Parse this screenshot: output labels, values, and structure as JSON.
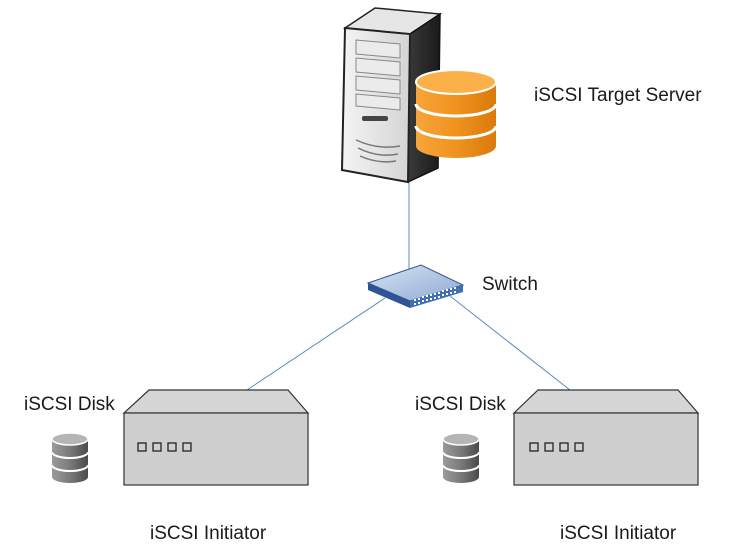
{
  "labels": {
    "target_server": "iSCSI Target Server",
    "switch": "Switch",
    "disk_left": "iSCSI Disk",
    "disk_right": "iSCSI Disk",
    "initiator_left": "iSCSI Initiator",
    "initiator_right": "iSCSI Initiator"
  },
  "colors": {
    "link_line": "#5b8bc4",
    "database_orange": "#f0921e",
    "database_orange_dark": "#d97a0c",
    "chassis_fill": "#cfcfcf",
    "chassis_stroke": "#333333",
    "switch_blue": "#3f6fb6",
    "disk_gray": "#8a8a8a"
  },
  "icons": {
    "server": "server-tower-icon",
    "database": "database-icon",
    "switch": "network-switch-icon",
    "disk": "disk-icon",
    "initiator": "server-chassis-icon"
  }
}
